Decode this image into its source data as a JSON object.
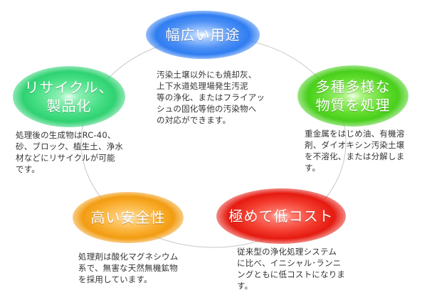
{
  "nodes": [
    {
      "key": "wide_use",
      "title": "幅広い用途",
      "color": "#2f7df2",
      "description": "汚染土壌以外にも焼却灰、\n上下水道処理場発生汚泥\n等の浄化、またはフライアッ\nシュの固化等他の汚染物へ\nの対応ができます。"
    },
    {
      "key": "various_treatment",
      "title": "多種多様な\n物質を処理",
      "color": "#57d82a",
      "description": "重金属をはじめ油、有機溶\n剤、ダイオキシン汚染土壌\nを不溶化、または分解しま\nす。"
    },
    {
      "key": "low_cost",
      "title": "極めて低コスト",
      "color": "#ee1c14",
      "description": "従来型の浄化処理システム\nに比べ、イニシャル･ランニ\nングともに低コストになりま\nす。"
    },
    {
      "key": "safety",
      "title": "高い安全性",
      "color": "#f7a41c",
      "description": "処理剤は酸化マグネシウム\n系で、無害な天然無機鉱物\nを採用しています。"
    },
    {
      "key": "recycle",
      "title": "リサイクル、\n製品化",
      "color": "#34d67a",
      "description": "処理後の生成物はRC-40、\n砂、ブロック、植生土、浄水\n材などにリサイクルが可能\nです。"
    }
  ]
}
